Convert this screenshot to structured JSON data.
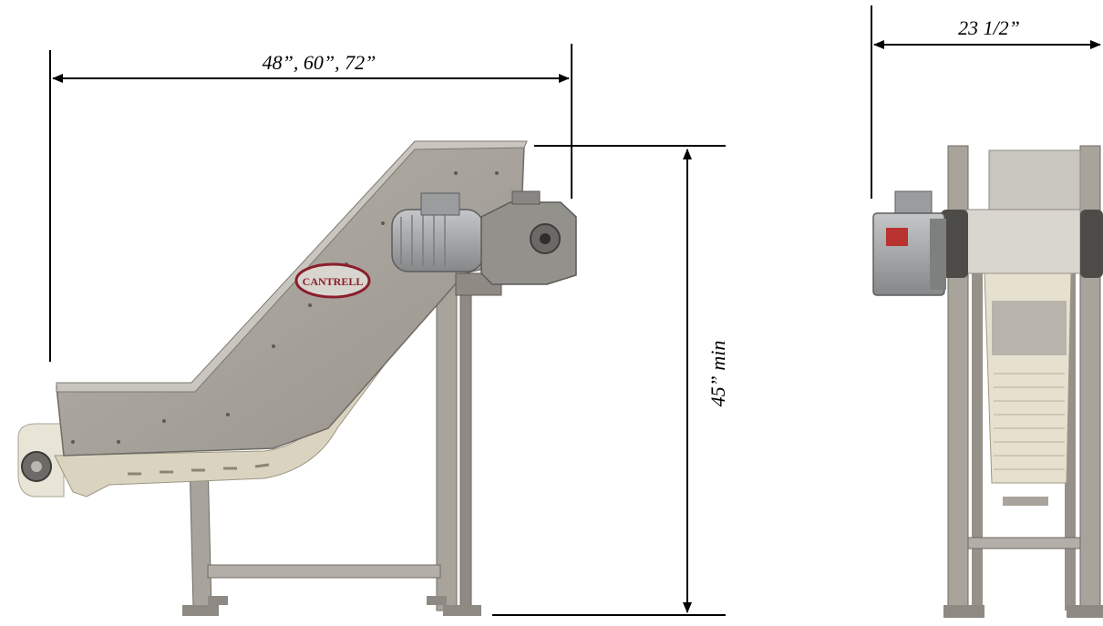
{
  "dimensions": {
    "side_length": "48”, 60”, 72”",
    "side_height": "45” min",
    "front_width": "23 1/2”"
  },
  "logo": {
    "text": "CANTRELL"
  },
  "colors": {
    "steel": "#a9a59e",
    "steel_dark": "#7c7870",
    "steel_light": "#c9c6bf",
    "motor": "#9ea0a1",
    "belt": "#e8e4d6",
    "logo_red": "#8b1e2b",
    "label_red": "#b8322f",
    "line": "#000000"
  }
}
